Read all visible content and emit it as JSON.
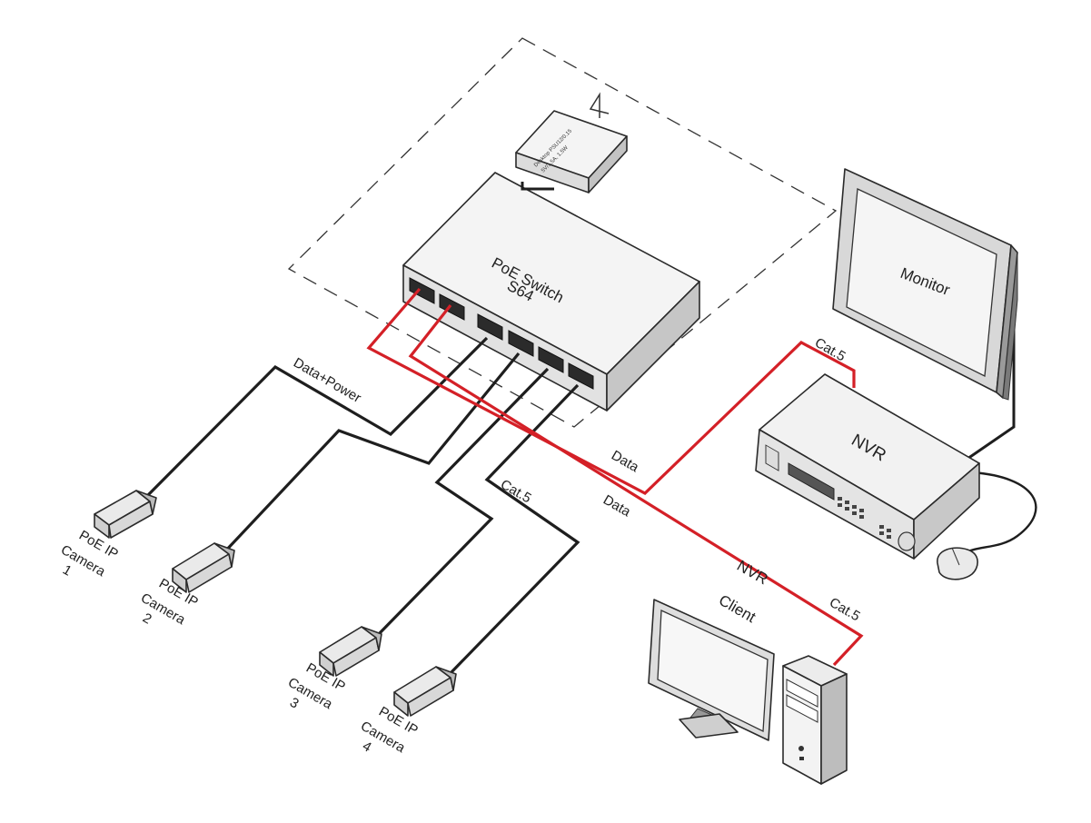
{
  "colors": {
    "red_cable": "#d42027",
    "black_cable": "#1e1e1e",
    "device_face": "#f3f3f3",
    "device_side": "#c9c9c9",
    "device_dark": "#8c8c8c",
    "port": "#2b2b2b"
  },
  "power_adapter": {
    "line1": "Desktop PSU12/0.15",
    "line2": "5V/1.5A, 1.5W"
  },
  "switch": {
    "line1": "PoE Switch",
    "line2": "S64"
  },
  "monitor": {
    "label": "Monitor"
  },
  "nvr": {
    "label": "NVR"
  },
  "nvr_client": {
    "line1": "NVR",
    "line2": "Client"
  },
  "cables": {
    "data_power": "Data+Power",
    "cat5_top": "Cat.5",
    "data_top": "Data",
    "cat5_mid": "Cat.5",
    "data_mid": "Data",
    "cat5_client": "Cat.5"
  },
  "cameras": [
    {
      "line1": "PoE IP",
      "line2": "Camera",
      "line3": "1"
    },
    {
      "line1": "PoE IP",
      "line2": "Camera",
      "line3": "2"
    },
    {
      "line1": "PoE IP",
      "line2": "Camera",
      "line3": "3"
    },
    {
      "line1": "PoE IP",
      "line2": "Camera",
      "line3": "4"
    }
  ]
}
